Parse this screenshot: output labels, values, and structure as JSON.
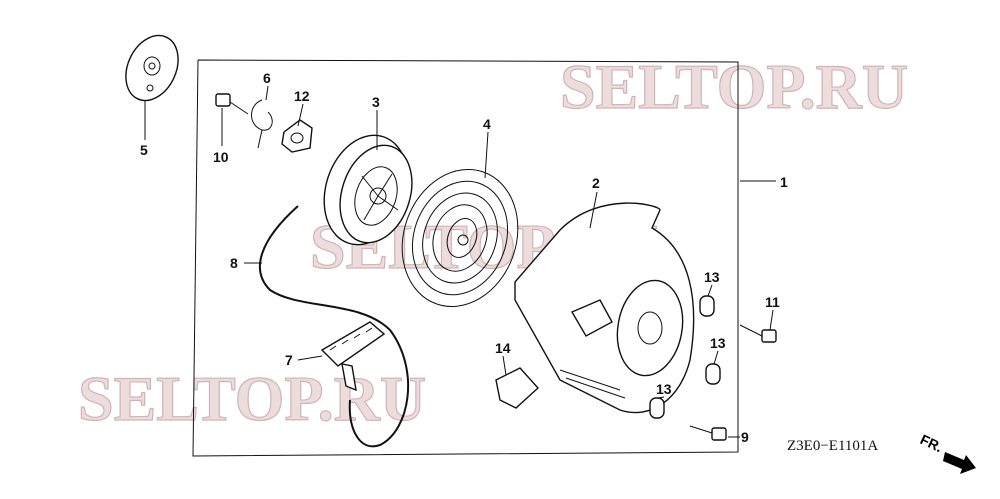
{
  "diagram": {
    "callouts": [
      "1",
      "2",
      "3",
      "4",
      "5",
      "6",
      "7",
      "8",
      "9",
      "10",
      "11",
      "12",
      "13",
      "13",
      "13",
      "14"
    ],
    "watermark": "SELTOP.RU",
    "drawing_code": "Z3E0−E1101A",
    "direction_label": "FR.",
    "direction_icon": "arrow-right-down-icon"
  }
}
